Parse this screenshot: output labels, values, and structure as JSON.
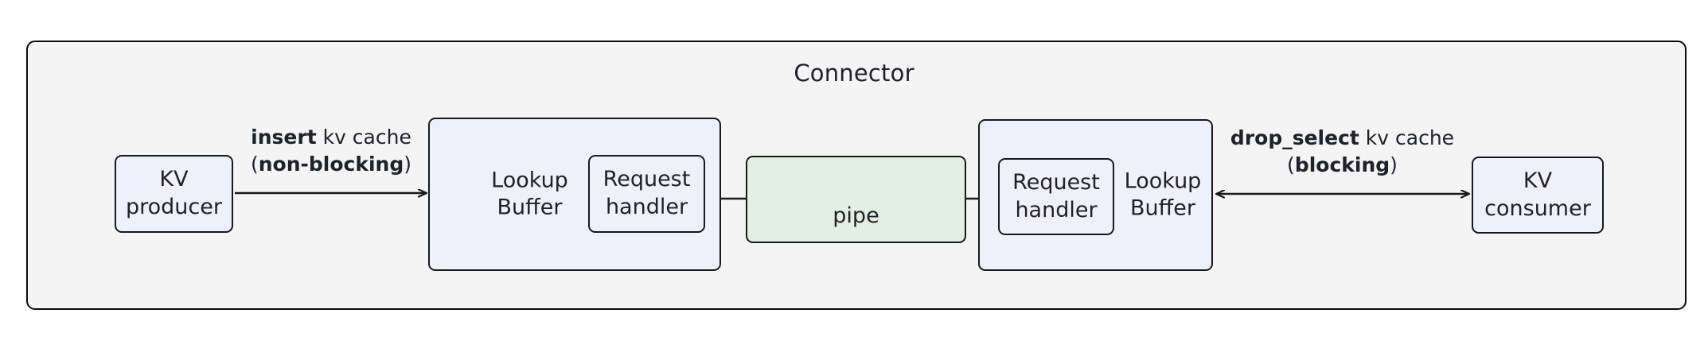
{
  "diagram": {
    "container": {
      "title": "Connector"
    },
    "nodes": {
      "kv_producer": {
        "line1": "KV",
        "line2": "producer"
      },
      "lookup_buffer_left": {
        "line1": "Lookup",
        "line2": "Buffer"
      },
      "request_handler_left": {
        "line1": "Request",
        "line2": "handler"
      },
      "pipe": {
        "label": "pipe"
      },
      "request_handler_right": {
        "line1": "Request",
        "line2": "handler"
      },
      "lookup_buffer_right": {
        "line1": "Lookup",
        "line2": "Buffer"
      },
      "kv_consumer": {
        "line1": "KV",
        "line2": "consumer"
      }
    },
    "edges": {
      "insert": {
        "bold1": "insert",
        "plain1": " kv cache",
        "paren_open": "(",
        "bold2": "non-blocking",
        "paren_close": ")"
      },
      "drop_select": {
        "bold1": "drop_select",
        "plain1": " kv cache",
        "paren_open": "(",
        "bold2": "blocking",
        "paren_close": ")"
      }
    },
    "colors": {
      "container_fill": "#f4f4f4",
      "node_fill_blue": "#eef1fb",
      "node_fill_green": "#e2efe2",
      "stroke": "#19191c",
      "text": "#20222a"
    }
  }
}
